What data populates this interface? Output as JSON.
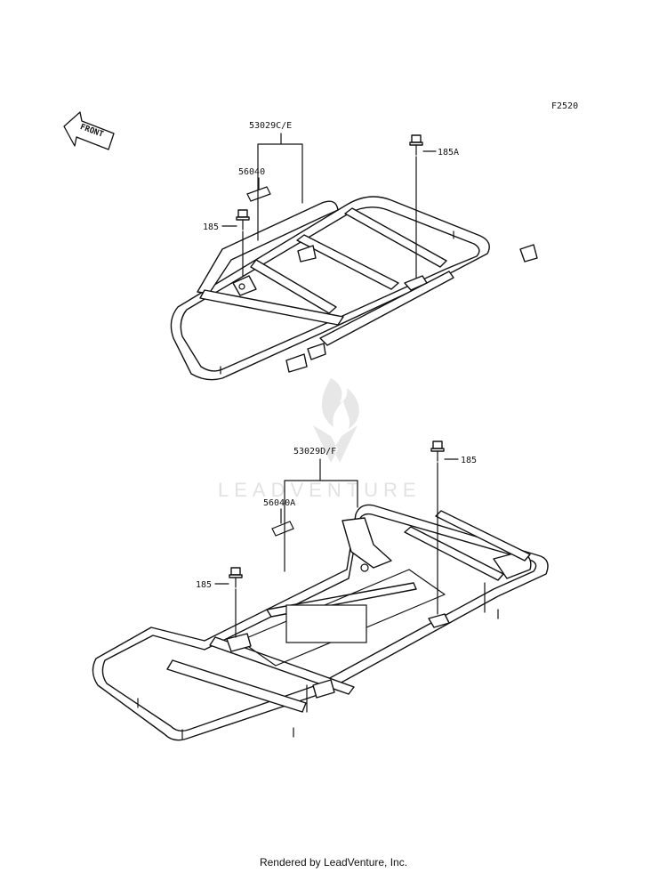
{
  "figure_code": "F2520",
  "front_label": "FRONT",
  "watermark": "LEADVENTURE",
  "footer": "Rendered by LeadVenture, Inc.",
  "upper": {
    "carrier_label": "53029C/E",
    "decal_label": "56040",
    "bolt_left_label": "185",
    "bolt_right_label": "185A"
  },
  "lower": {
    "carrier_label": "53029D/F",
    "decal_label": "56040A",
    "bolt_left_label": "185",
    "bolt_right_label": "185"
  }
}
